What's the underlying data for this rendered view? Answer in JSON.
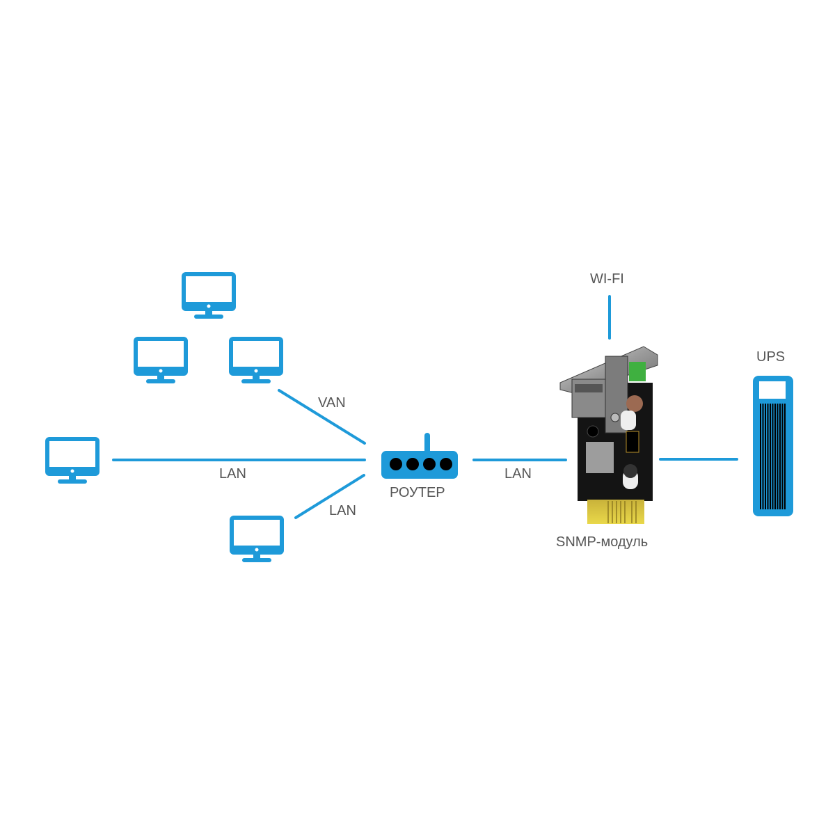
{
  "diagram": {
    "title": "SNMP module network topology",
    "colors": {
      "accent": "#1e9ad9",
      "text": "#555555",
      "background": "#ffffff",
      "router_ports": "#000000"
    },
    "nodes": {
      "computers": [
        {
          "id": "pc-top",
          "icon": "monitor-icon"
        },
        {
          "id": "pc-mid-left",
          "icon": "monitor-icon"
        },
        {
          "id": "pc-mid-right",
          "icon": "monitor-icon"
        },
        {
          "id": "pc-left",
          "icon": "monitor-icon"
        },
        {
          "id": "pc-bottom",
          "icon": "monitor-icon"
        }
      ],
      "router": {
        "label": "РОУТЕР",
        "icon": "router-icon",
        "ports": 4
      },
      "snmp_module": {
        "label": "SNMP-модуль",
        "icon": "snmp-card-photo"
      },
      "ups": {
        "label": "UPS",
        "icon": "ups-icon"
      },
      "wifi": {
        "label": "WI-FI"
      }
    },
    "links": [
      {
        "from": "pc-mid-right",
        "to": "router",
        "label": "VAN"
      },
      {
        "from": "pc-left",
        "to": "router",
        "label": "LAN"
      },
      {
        "from": "pc-bottom",
        "to": "router",
        "label": "LAN"
      },
      {
        "from": "router",
        "to": "snmp_module",
        "label": "LAN"
      },
      {
        "from": "snmp_module",
        "to": "ups",
        "label": ""
      },
      {
        "from": "snmp_module",
        "to": "wifi",
        "label": ""
      }
    ]
  }
}
